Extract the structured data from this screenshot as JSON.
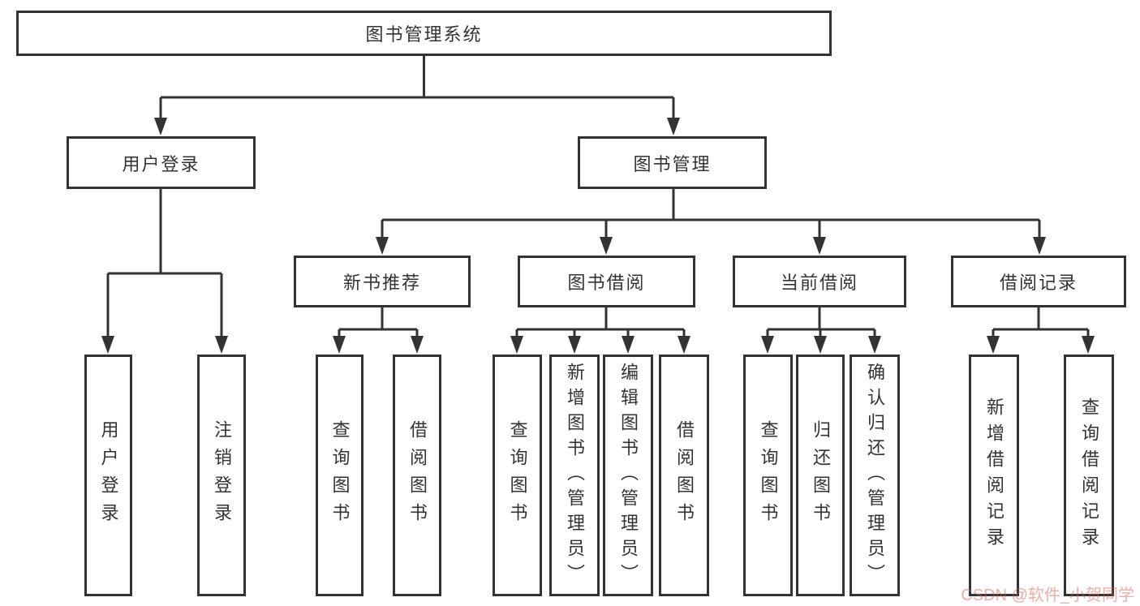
{
  "colors": {
    "line": "#333333",
    "box_border": "#333333",
    "box_fill": "#ffffff",
    "text": "#333333",
    "watermark": "#e8a49c"
  },
  "watermark": {
    "text": "CSDN @软件_小贺同学"
  },
  "tree": {
    "label": "图书管理系统",
    "children": [
      {
        "label": "用户登录",
        "children": [
          {
            "label": "用户登录"
          },
          {
            "label": "注销登录"
          }
        ]
      },
      {
        "label": "图书管理",
        "children": [
          {
            "label": "新书推荐",
            "children": [
              {
                "label": "查询图书"
              },
              {
                "label": "借阅图书"
              }
            ]
          },
          {
            "label": "图书借阅",
            "children": [
              {
                "label": "查询图书"
              },
              {
                "label": "新增图书（管理员）"
              },
              {
                "label": "编辑图书（管理员）"
              },
              {
                "label": "借阅图书"
              }
            ]
          },
          {
            "label": "当前借阅",
            "children": [
              {
                "label": "查询图书"
              },
              {
                "label": "归还图书"
              },
              {
                "label": "确认归还（管理员）"
              }
            ]
          },
          {
            "label": "借阅记录",
            "children": [
              {
                "label": "新增借阅记录"
              },
              {
                "label": "查询借阅记录"
              }
            ]
          }
        ]
      }
    ]
  }
}
